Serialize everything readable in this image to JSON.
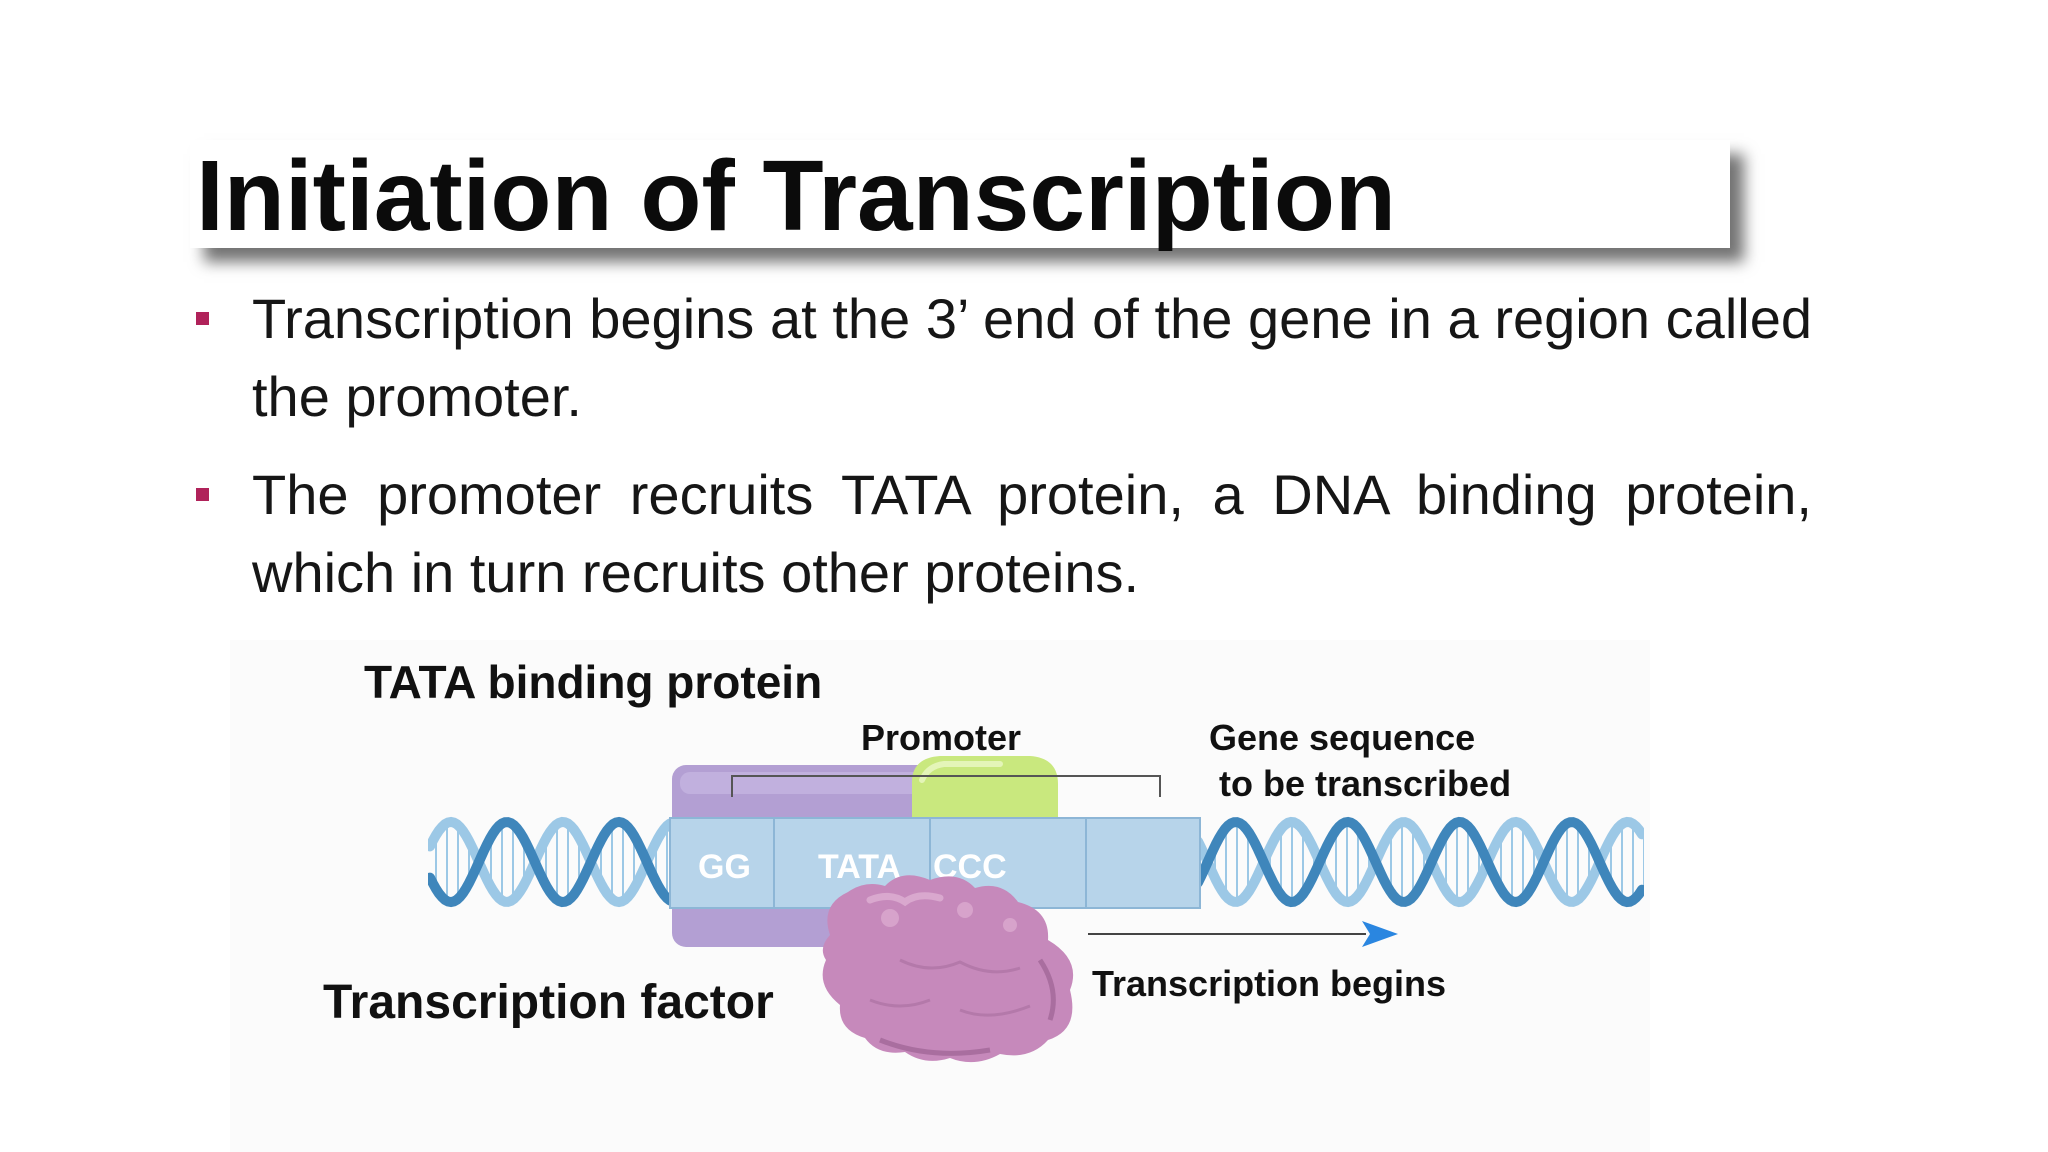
{
  "slide": {
    "title": "Initiation of Transcription",
    "bullet_color": "#b0225a",
    "bullets": [
      {
        "text": "Transcription begins at the 3’ end of the gene in a region called the promoter."
      },
      {
        "text": "The promoter recruits TATA protein, a DNA binding protein, which in turn recruits other proteins."
      }
    ]
  },
  "diagram": {
    "tata_label": "TATA binding protein",
    "promoter_label": "Promoter",
    "gene_label_line1": "Gene sequence",
    "gene_label_line2": "to be transcribed",
    "box_gg": "GG",
    "box_tata": "TATA",
    "box_ccc": "CCC",
    "factor_label": "Transcription factor",
    "begins_label": "Transcription begins",
    "colors": {
      "dna_dark": "#3f86bb",
      "dna_light": "#9cc8e6",
      "box_fill": "#b7d4ea",
      "tata_protein": "#b39fd3",
      "green_protein": "#c9e87e",
      "factor": "#c689bb",
      "arrow": "#2a86e0"
    }
  }
}
